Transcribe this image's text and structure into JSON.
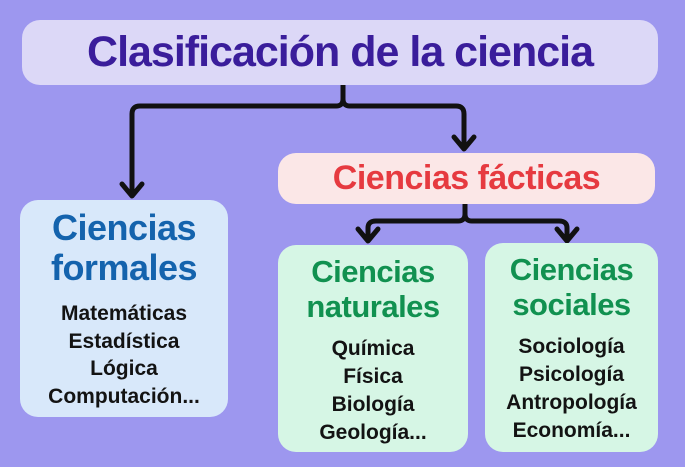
{
  "page": {
    "background_color": "#9d97ef",
    "arrow_color": "#111111"
  },
  "title": {
    "text": "Clasificación de la ciencia",
    "bg": "#dcd8f7",
    "color": "#3a1d9b"
  },
  "nodes": {
    "formales": {
      "heading": "Ciencias formales",
      "items": [
        "Matemáticas",
        "Estadística",
        "Lógica",
        "Computación..."
      ],
      "bg": "#d8e8fa",
      "heading_color": "#1463ad"
    },
    "facticas": {
      "heading": "Ciencias fácticas",
      "bg": "#fbe7e7",
      "heading_color": "#e63a40"
    },
    "naturales": {
      "heading": "Ciencias naturales",
      "items": [
        "Química",
        "Física",
        "Biología",
        "Geología..."
      ],
      "bg": "#d6f6e5",
      "heading_color": "#119150"
    },
    "sociales": {
      "heading": "Ciencias sociales",
      "items": [
        "Sociología",
        "Psicología",
        "Antropología",
        "Economía..."
      ],
      "bg": "#d6f6e5",
      "heading_color": "#119150"
    }
  },
  "edges": [
    {
      "from": "title",
      "to": "formales"
    },
    {
      "from": "title",
      "to": "facticas"
    },
    {
      "from": "facticas",
      "to": "naturales"
    },
    {
      "from": "facticas",
      "to": "sociales"
    }
  ]
}
